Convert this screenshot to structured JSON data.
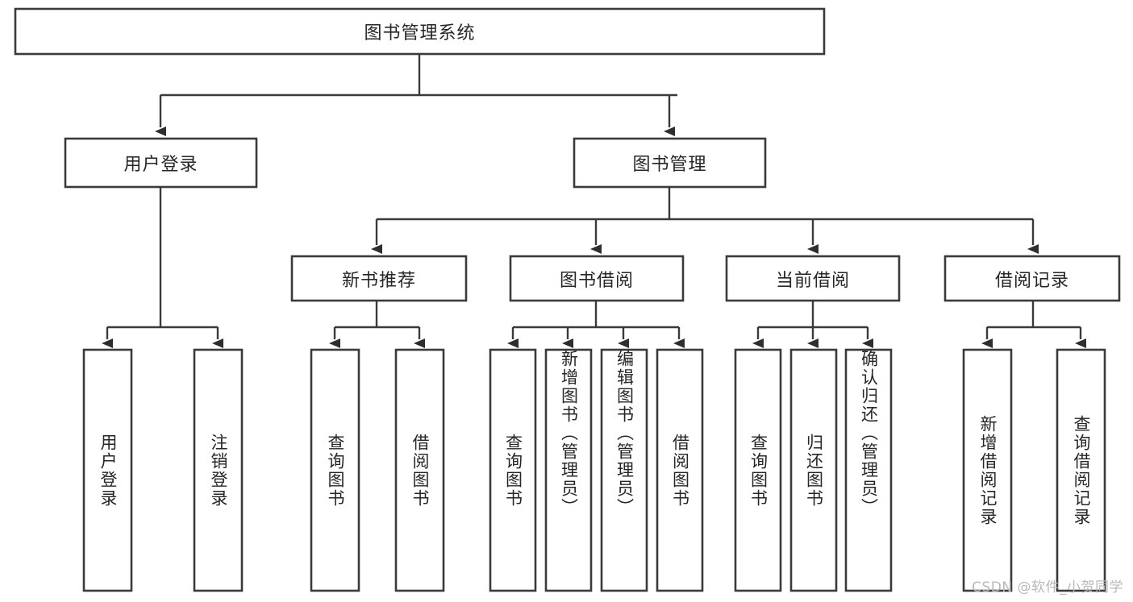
{
  "diagram": {
    "type": "tree-hierarchy",
    "title": "图书管理系统",
    "orientation": "top-down",
    "background_color": "#ffffff",
    "box_border_color": "#3a3a3a",
    "text_color": "#262626",
    "connector_color": "#3a3a3a",
    "root": {
      "label": "图书管理系统"
    },
    "level2": [
      {
        "label": "用户登录"
      },
      {
        "label": "图书管理"
      }
    ],
    "level3": [
      {
        "label": "新书推荐"
      },
      {
        "label": "图书借阅"
      },
      {
        "label": "当前借阅"
      },
      {
        "label": "借阅记录"
      }
    ],
    "leaves": {
      "user_login": [
        {
          "label": "用户登录"
        },
        {
          "label": "注销登录"
        }
      ],
      "new_book_recommend": [
        {
          "label": "查询图书"
        },
        {
          "label": "借阅图书"
        }
      ],
      "book_borrow": [
        {
          "label": "查询图书"
        },
        {
          "label": "新增图书（管理员）"
        },
        {
          "label": "编辑图书（管理员）"
        },
        {
          "label": "借阅图书"
        }
      ],
      "current_borrow": [
        {
          "label": "查询图书"
        },
        {
          "label": "归还图书"
        },
        {
          "label": "确认归还（管理员）"
        }
      ],
      "borrow_records": [
        {
          "label": "新增借阅记录"
        },
        {
          "label": "查询借阅记录"
        }
      ]
    }
  },
  "watermark": {
    "text": "CSDN @软件_小贺同学"
  }
}
